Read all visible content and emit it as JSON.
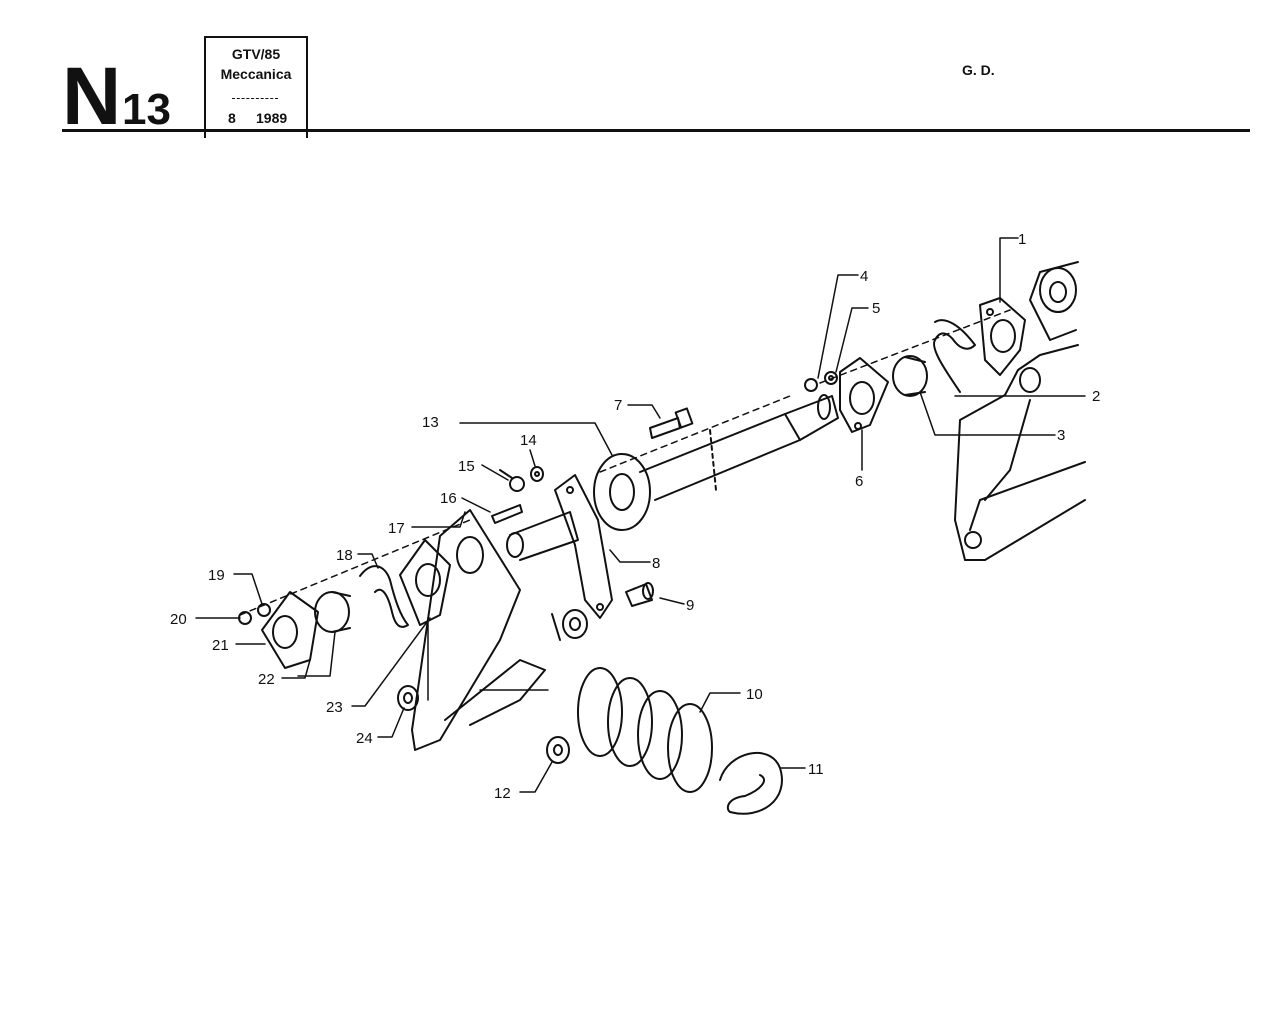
{
  "header": {
    "section": "N",
    "number": "13",
    "box_line1": "GTV/85",
    "box_line2": "Meccanica",
    "box_line3": "8",
    "box_line4": "1989",
    "code": "G. D."
  },
  "callouts": [
    "1",
    "2",
    "3",
    "4",
    "5",
    "6",
    "7",
    "8",
    "9",
    "10",
    "11",
    "12",
    "13",
    "14",
    "15",
    "16",
    "17",
    "18",
    "19",
    "20",
    "21",
    "22",
    "23",
    "24"
  ]
}
